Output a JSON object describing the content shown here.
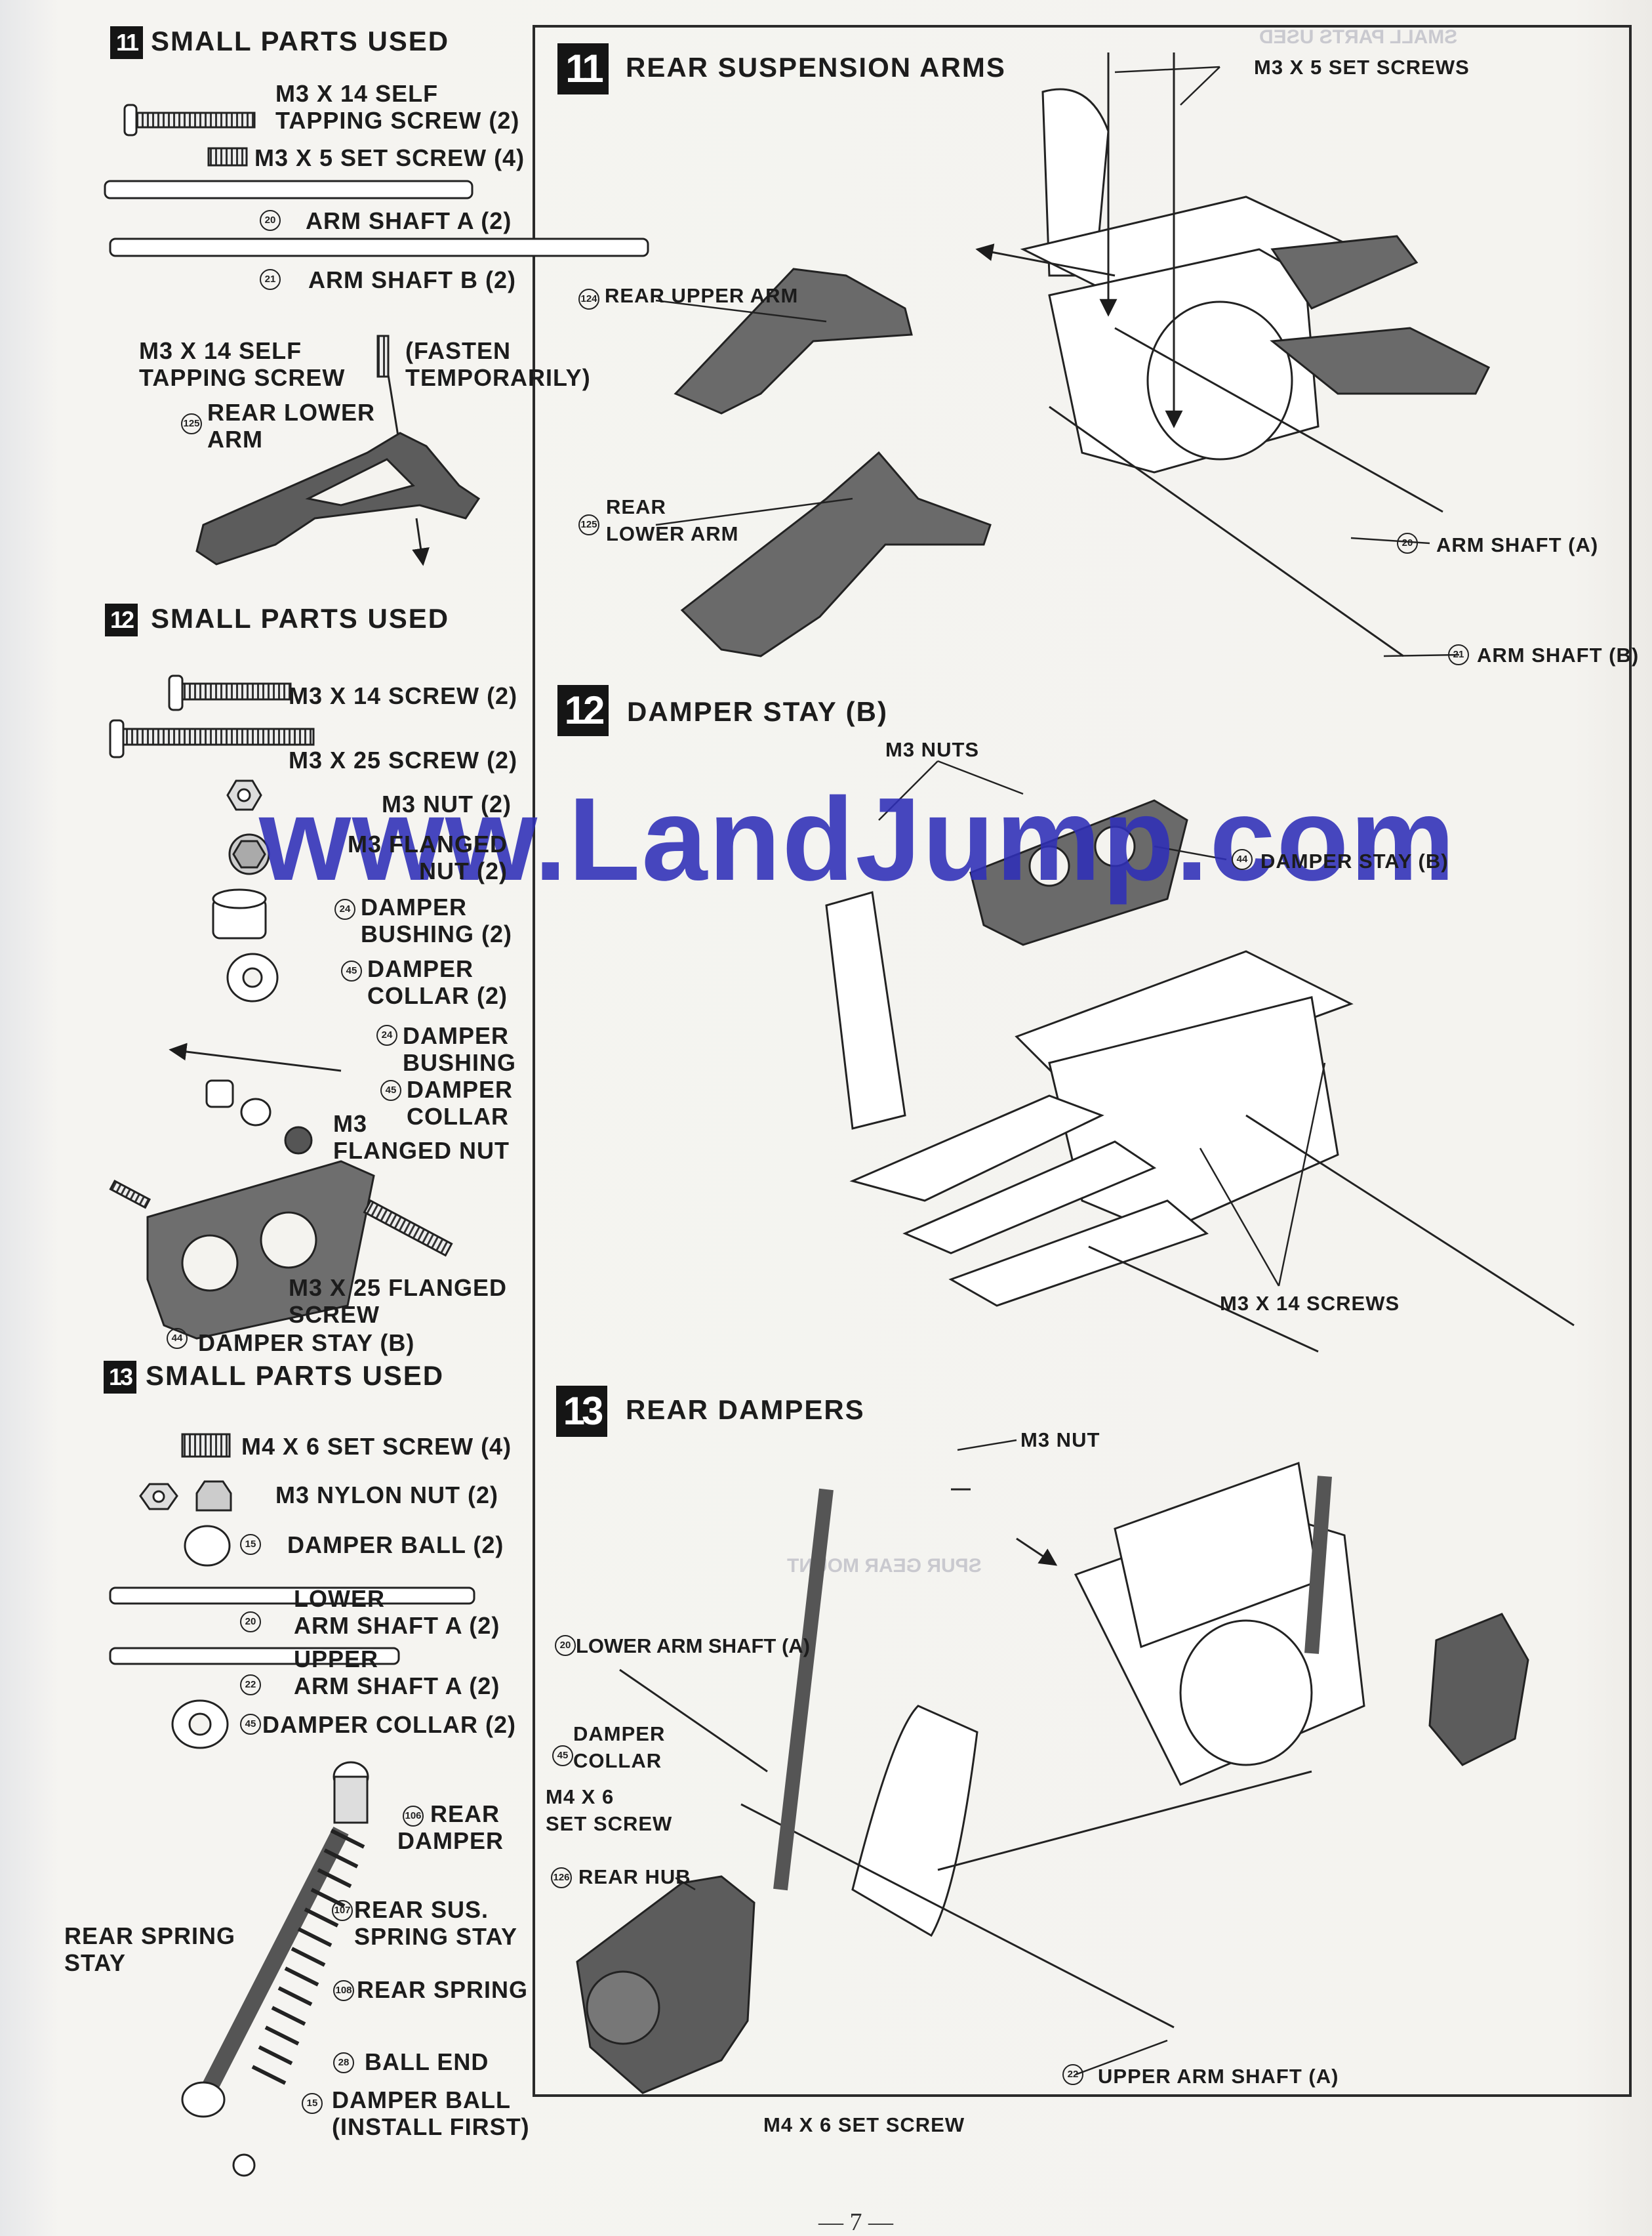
{
  "page_number": "— 7 —",
  "watermark": "www.LandJump.com",
  "colors": {
    "ink": "#1c1c1c",
    "watermark": "#2f2fb8",
    "paper": "#f4f3ef"
  },
  "left": {
    "s11": {
      "step": "11",
      "heading": "SMALL PARTS USED",
      "parts": {
        "tapping_screw": "M3 X 14 SELF\nTAPPING SCREW (2)",
        "set_screw": "M3 X 5 SET SCREW (4)",
        "arm_shaft_a_no": "20",
        "arm_shaft_a": "ARM SHAFT A (2)",
        "arm_shaft_b_no": "21",
        "arm_shaft_b": "ARM SHAFT B (2)"
      },
      "detail": {
        "screw": "M3 X 14 SELF\nTAPPING SCREW",
        "fasten": "(FASTEN\nTEMPORARILY)",
        "arm_no": "125",
        "arm": "REAR LOWER\nARM"
      }
    },
    "s12": {
      "step": "12",
      "heading": "SMALL PARTS USED",
      "parts": {
        "screw14": "M3 X 14 SCREW (2)",
        "screw25": "M3 X 25 SCREW (2)",
        "nut": "M3 NUT (2)",
        "flanged_nut": "M3 FLANGED\nNUT (2)",
        "bushing_no": "24",
        "bushing": "DAMPER\nBUSHING (2)",
        "collar_no": "45",
        "collar": "DAMPER\nCOLLAR (2)"
      },
      "detail": {
        "bushing_no": "24",
        "bushing": "DAMPER\nBUSHING",
        "collar_no": "45",
        "collar": "DAMPER\nCOLLAR",
        "flanged_nut": "M3\nFLANGED NUT",
        "screw": "M3 X 25 FLANGED\nSCREW",
        "stay_no": "44",
        "stay": "DAMPER STAY (B)"
      }
    },
    "s13": {
      "step": "13",
      "heading": "SMALL PARTS USED",
      "parts": {
        "set_screw": "M4 X 6 SET SCREW (4)",
        "nylon_nut": "M3 NYLON NUT (2)",
        "ball_no": "15",
        "ball": "DAMPER BALL (2)",
        "lower_shaft_no": "20",
        "lower_shaft": "LOWER\nARM SHAFT A (2)",
        "upper_shaft_no": "22",
        "upper_shaft": "UPPER\nARM SHAFT A (2)",
        "collar_no": "45",
        "collar": "DAMPER COLLAR (2)"
      },
      "detail": {
        "damper_no": "106",
        "damper": "REAR\nDAMPER",
        "spring_stay_no": "107",
        "spring_stay": "REAR SUS.\nSPRING STAY",
        "spring_stay_left": "REAR SPRING\nSTAY",
        "spring_no": "108",
        "spring": "REAR SPRING",
        "ball_end_no": "28",
        "ball_end": "BALL END",
        "ball_no": "15",
        "ball": "DAMPER BALL\n(INSTALL FIRST)"
      }
    }
  },
  "right": {
    "s11": {
      "step": "11",
      "title": "REAR SUSPENSION ARMS",
      "set_screws": "M3 X 5 SET SCREWS",
      "upper_arm_no": "124",
      "upper_arm": "REAR UPPER ARM",
      "lower_arm_no": "125",
      "lower_arm": "REAR\nLOWER ARM",
      "shaft_a_no": "20",
      "shaft_a": "ARM SHAFT (A)",
      "shaft_b_no": "21",
      "shaft_b": "ARM SHAFT (B)"
    },
    "s12": {
      "step": "12",
      "title": "DAMPER STAY (B)",
      "nuts": "M3 NUTS",
      "stay_no": "44",
      "stay": "DAMPER STAY (B)",
      "screws": "M3 X 14 SCREWS"
    },
    "s13": {
      "step": "13",
      "title": "REAR DAMPERS",
      "nut": "M3 NUT",
      "lower_shaft_no": "20",
      "lower_shaft": "LOWER ARM SHAFT (A)",
      "collar_no": "45",
      "collar": "DAMPER\nCOLLAR",
      "set_screw": "M4 X 6\nSET SCREW",
      "hub_no": "126",
      "hub": "REAR HUB",
      "set_screw_bottom": "M4 X 6 SET SCREW",
      "upper_shaft_no": "22",
      "upper_shaft": "UPPER ARM SHAFT (A)"
    }
  }
}
